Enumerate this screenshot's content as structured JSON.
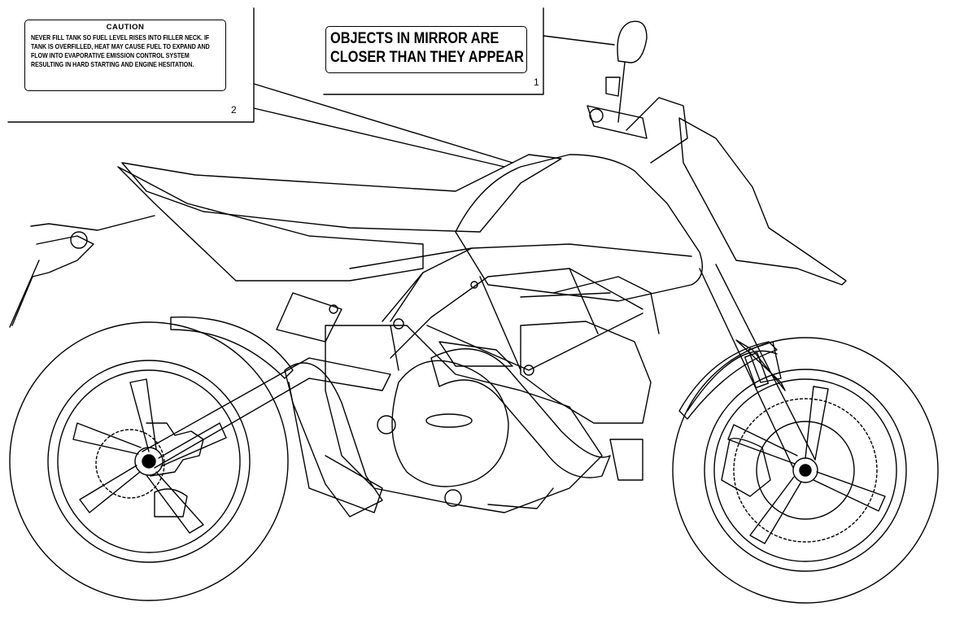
{
  "labels": {
    "caution": {
      "title": "CAUTION",
      "body": "NEVER FILL TANK SO FUEL LEVEL RISES INTO FILLER NECK. IF TANK IS OVERFILLED, HEAT MAY CAUSE FUEL TO EXPAND AND FLOW INTO EVAPORATIVE EMISSION CONTROL SYSTEM RESULTING IN HARD STARTING AND ENGINE HESITATION."
    },
    "mirror": {
      "line1": "OBJECTS IN MIRROR ARE",
      "line2": "CLOSER THAN THEY APPEAR"
    }
  },
  "callouts": {
    "one": "1",
    "two": "2"
  },
  "colors": {
    "line": "#000000",
    "background": "#ffffff"
  }
}
